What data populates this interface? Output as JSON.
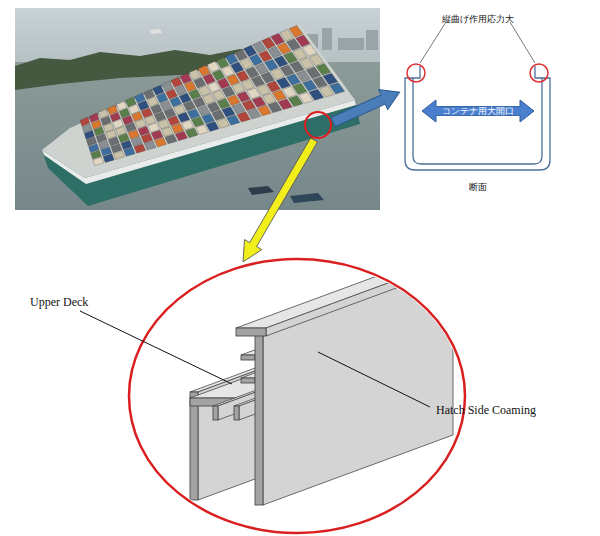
{
  "diagram": {
    "nodes": [
      {
        "text": [
          "コンテナ用大開口"
        ]
      }
    ],
    "labels": [
      "縦曲げ作用応力大",
      "断面",
      "Upper Deck",
      "Hatch Side Coaming"
    ]
  }
}
